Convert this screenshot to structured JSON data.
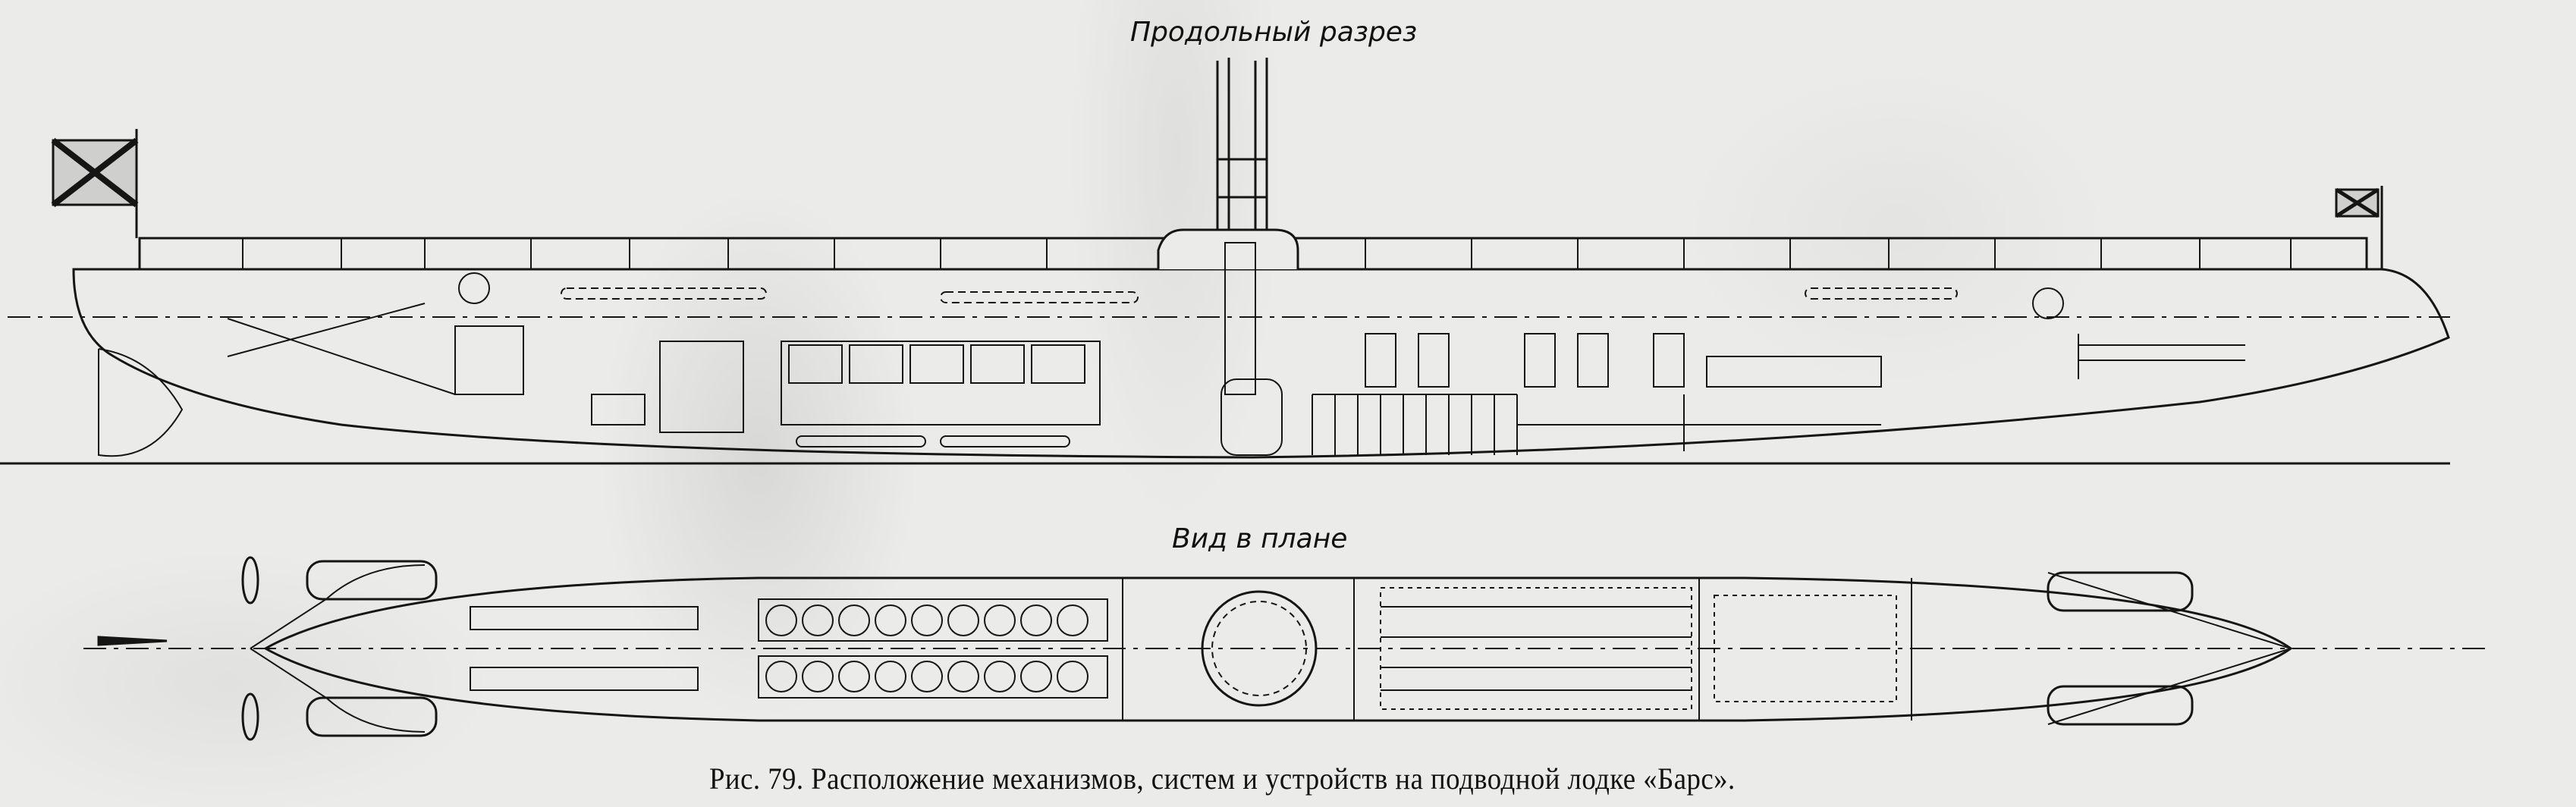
{
  "titles": {
    "longitudinal_section": "Продольный разрез",
    "plan_view": "Вид в плане"
  },
  "caption": "Рис. 79.  Расположение механизмов, систем и устройств на подводной лодке «Барс».",
  "colors": {
    "ink": "#111111",
    "paper": "#ebebe9"
  }
}
